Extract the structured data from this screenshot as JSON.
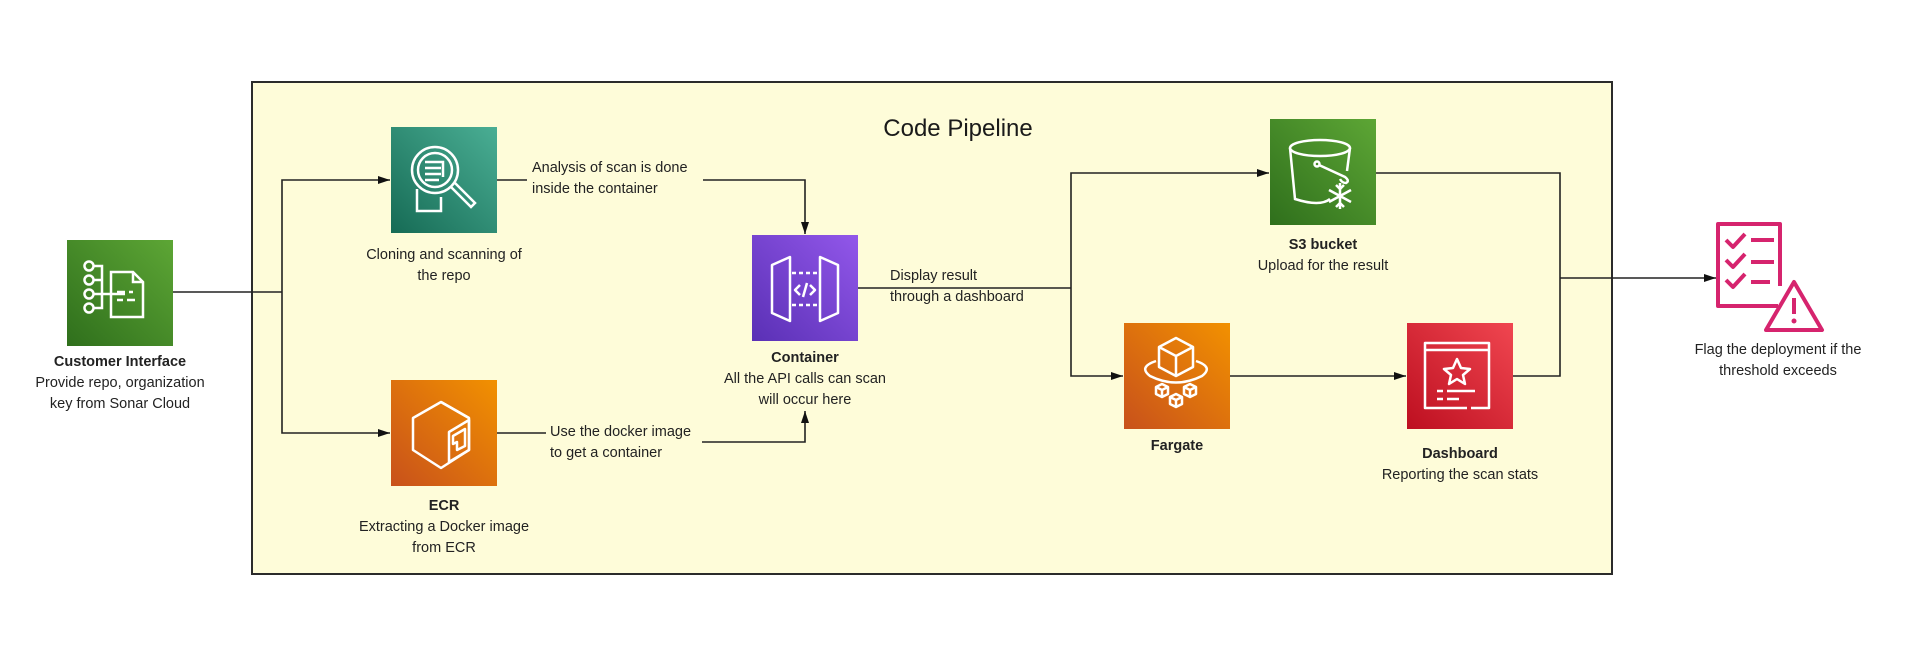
{
  "pipeline": {
    "title": "Code Pipeline",
    "background_color": "#fefcd9"
  },
  "nodes": {
    "customer": {
      "title": "Customer Interface",
      "desc_line1": "Provide repo, organization",
      "desc_line2": "key from Sonar Cloud",
      "icon": "application-integration-icon",
      "color": "#3f8624"
    },
    "scan": {
      "title": "",
      "desc_line1": "Cloning and scanning of",
      "desc_line2": "the repo",
      "icon": "inspector-magnifier-icon",
      "color": "#1b7a64"
    },
    "ecr": {
      "title": "ECR",
      "desc_line1": "Extracting a Docker image",
      "desc_line2": "from ECR",
      "icon": "ecr-container-icon",
      "color": "#e07614"
    },
    "container": {
      "title": "Container",
      "desc_line1": "All the API calls can scan",
      "desc_line2": "will occur here",
      "icon": "api-gateway-icon",
      "color": "#7a45d6"
    },
    "s3": {
      "title": "S3 bucket",
      "desc_line1": "Upload for the result",
      "icon": "s3-glacier-bucket-icon",
      "color": "#3f8624"
    },
    "fargate": {
      "title": "Fargate",
      "icon": "fargate-icon",
      "color": "#e07614"
    },
    "dashboard": {
      "title": "Dashboard",
      "desc_line1": "Reporting the scan stats",
      "icon": "dashboard-icon",
      "color": "#d42030"
    },
    "flag": {
      "desc_line1": "Flag the deployment if the",
      "desc_line2": "threshold exceeds",
      "icon": "checklist-warning-icon",
      "color": "#d6246e"
    }
  },
  "edges": {
    "scan_to_container": {
      "line1": "Analysis of scan is done",
      "line2": "inside the container"
    },
    "ecr_to_container": {
      "line1": "Use the docker image",
      "line2": "to get a container"
    },
    "container_to_outputs": {
      "line1": "Display result",
      "line2": "through a dashboard"
    }
  }
}
